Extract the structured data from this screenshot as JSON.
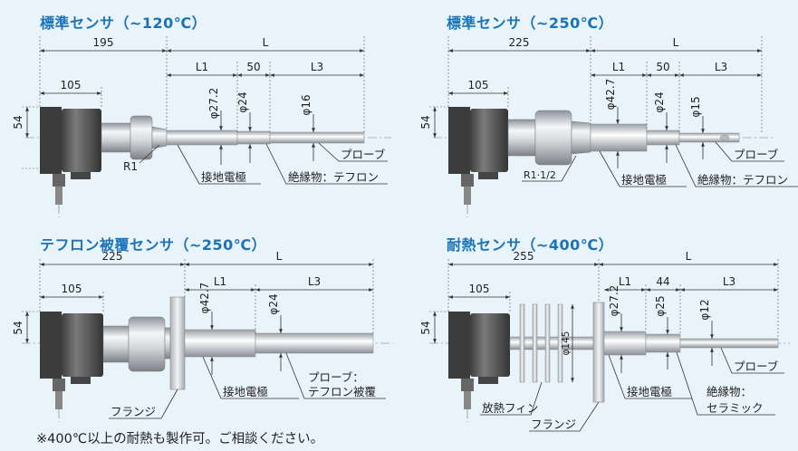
{
  "footer_note": "※400℃以上の耐熱も製作可。ご相談ください。",
  "colors": {
    "title": "#1a73b8",
    "background": "#e9f4fa",
    "housing": "#5a5a5a",
    "metal": "#c9cdd2"
  },
  "panels": [
    {
      "title": "標準センサ（~120℃）",
      "overall": "195",
      "L": "L",
      "L1": "L1",
      "mid": "50",
      "L3": "L3",
      "housing": "105",
      "height": "54",
      "dia1": "φ27.2",
      "dia2": "φ24",
      "dia3": "φ16",
      "thread": "R1",
      "c_ground": "接地電極",
      "c_insul": "絶縁物：テフロン",
      "c_probe": "プローブ"
    },
    {
      "title": "標準センサ（~250℃）",
      "overall": "225",
      "L": "L",
      "L1": "L1",
      "mid": "50",
      "L3": "L3",
      "housing": "105",
      "height": "54",
      "dia1": "φ42.7",
      "dia2": "φ24",
      "dia3": "φ15",
      "thread": "R1·1/2",
      "c_ground": "接地電極",
      "c_insul": "絶縁物：テフロン",
      "c_probe": "プローブ"
    },
    {
      "title": "テフロン被覆センサ（~250℃）",
      "overall": "225",
      "L": "L",
      "L1": "L1",
      "L3": "L3",
      "housing": "105",
      "height": "54",
      "dia1": "φ42.7",
      "dia2": "φ24",
      "c_ground": "接地電極",
      "c_probe1": "プローブ：",
      "c_probe2": "テフロン被覆",
      "c_flange": "フランジ"
    },
    {
      "title": "耐熱センサ（~400℃）",
      "overall": "255",
      "L": "L",
      "L1": "L1",
      "mid": "44",
      "L3": "L3",
      "housing": "105",
      "height": "54",
      "dia_fin": "φ145",
      "dia1": "φ27.2",
      "dia2": "φ25",
      "dia3": "φ12",
      "c_ground": "接地電極",
      "c_insul1": "絶縁物：",
      "c_insul2": "セラミック",
      "c_probe": "プローブ",
      "c_fin": "放熱フィン",
      "c_flange": "フランジ"
    }
  ]
}
